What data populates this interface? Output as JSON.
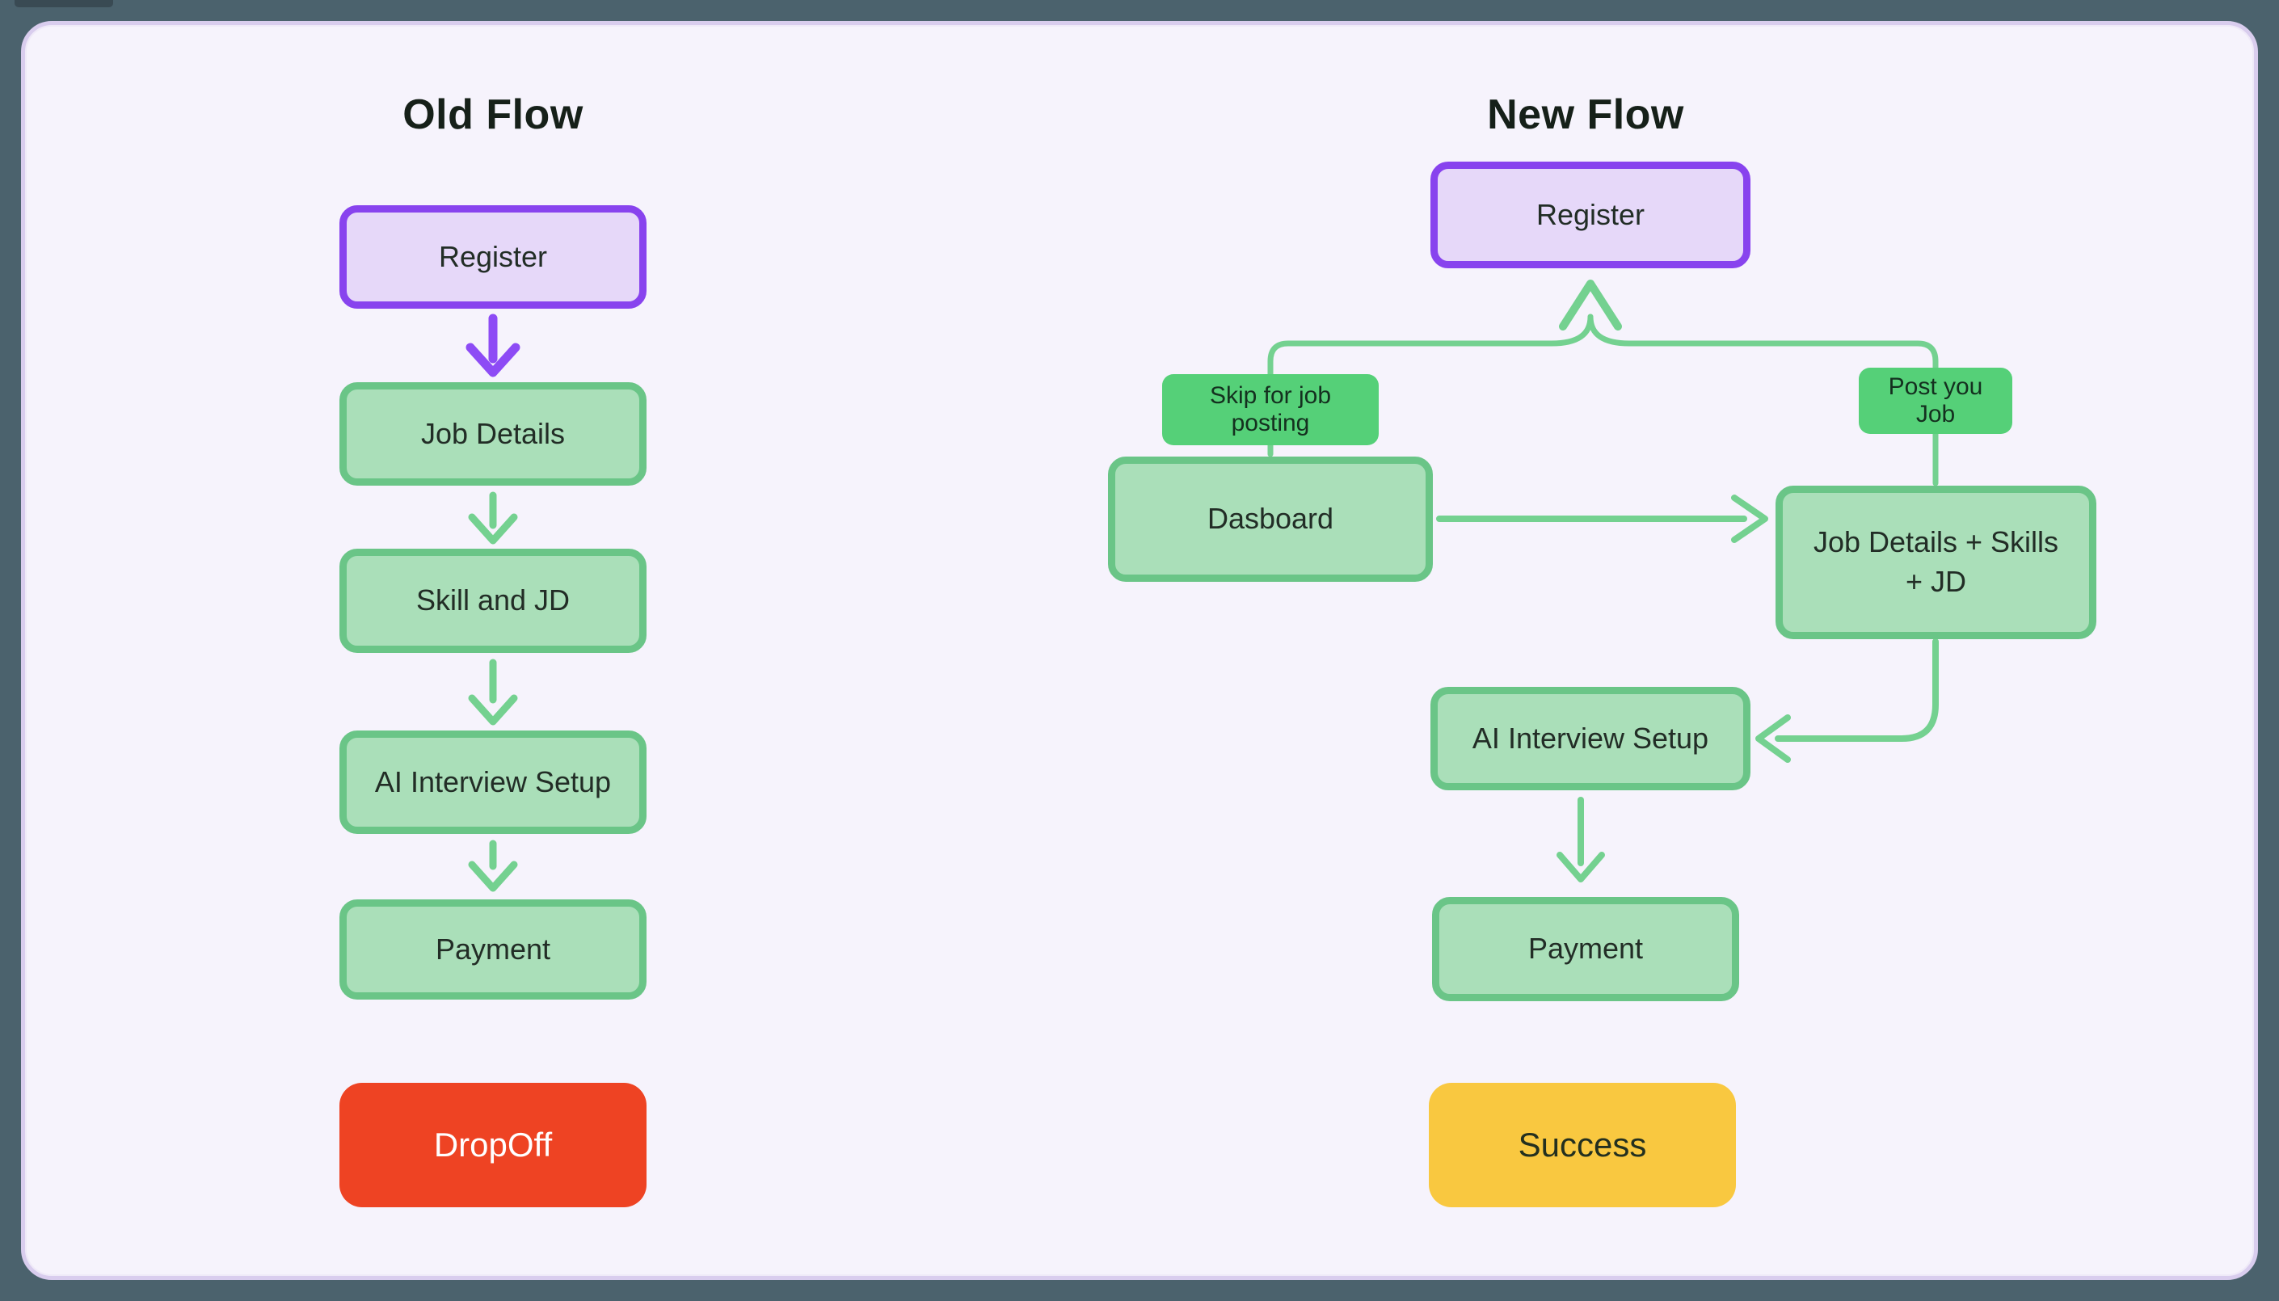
{
  "old_flow": {
    "title": "Old Flow",
    "register": "Register",
    "job_details": "Job Details",
    "skill_jd": "Skill and JD",
    "ai_interview": "AI Interview Setup",
    "payment": "Payment",
    "dropoff": "DropOff"
  },
  "new_flow": {
    "title": "New Flow",
    "register": "Register",
    "dashboard": "Dasboard",
    "job_details_skills": "Job Details + Skills + JD",
    "ai_interview": "AI Interview Setup",
    "payment": "Payment",
    "success": "Success",
    "badge_skip": "Skip for job posting",
    "badge_post": "Post you Job"
  },
  "colors": {
    "surround": "#4b626d",
    "panel_background": "#f6f3fc",
    "purple_border": "#8843ee",
    "purple_fill": "#e6d8f9",
    "green_border": "#6ac587",
    "green_fill": "#aadfb9",
    "badge_green": "#55d078",
    "connector_green": "#74d190",
    "arrow_purple": "#8d4bf5",
    "dropoff_red": "#ee4323",
    "success_yellow": "#f9c840"
  }
}
